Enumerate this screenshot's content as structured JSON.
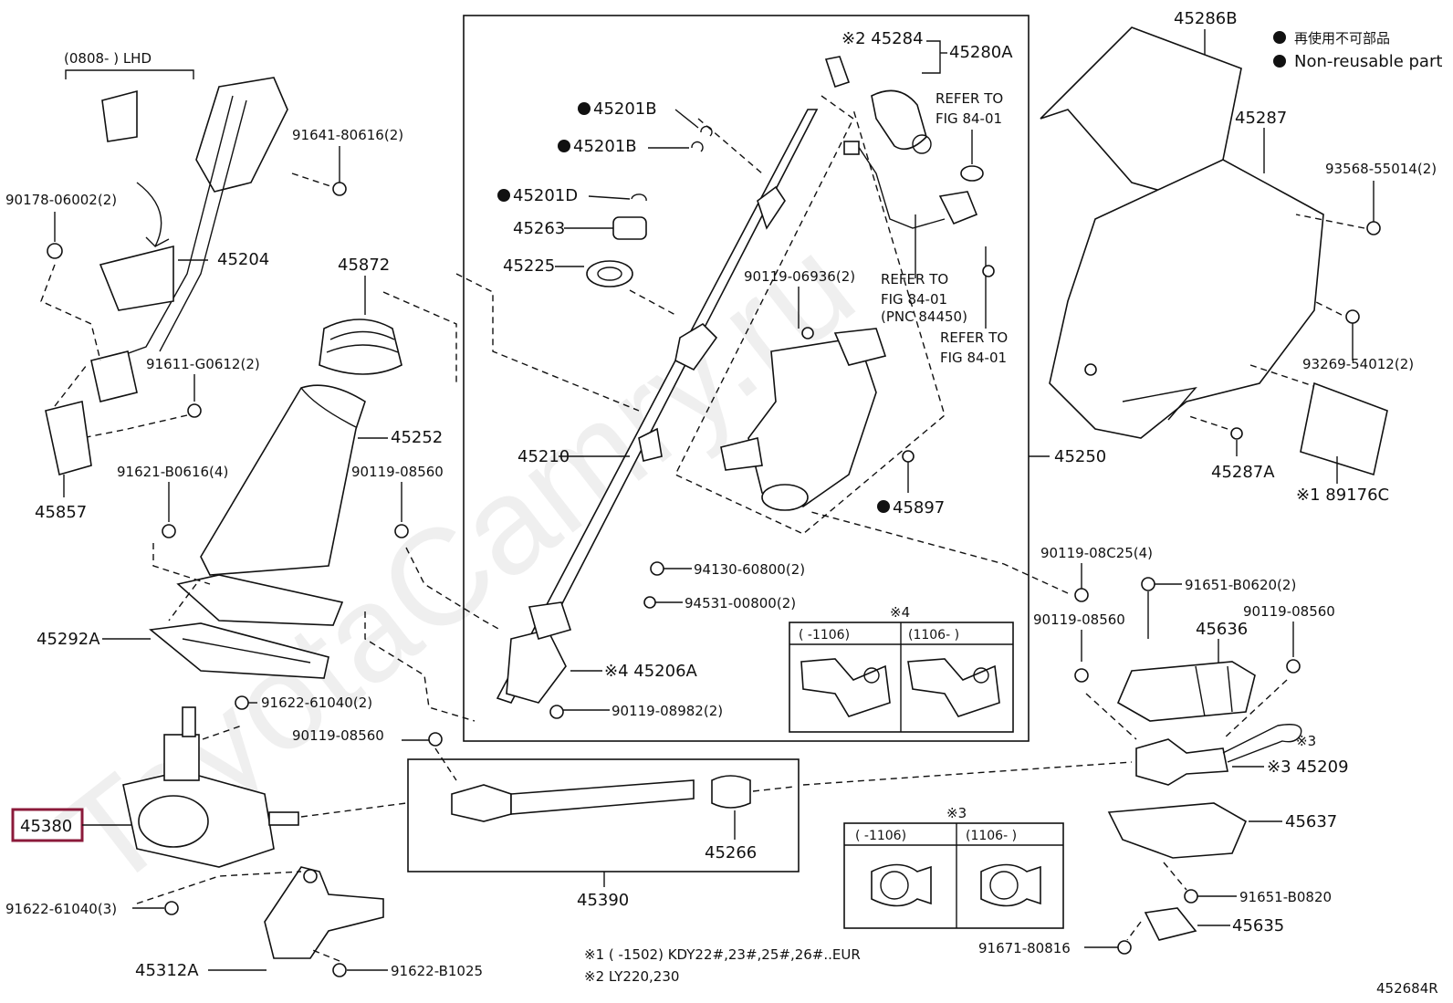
{
  "watermark": "ToyotaCamry.ru",
  "legend": {
    "bullet_text": "再使用不可部品",
    "bullet_text_en": "Non-reusable part"
  },
  "top_left": {
    "range": "(0808-      ) LHD"
  },
  "labels": {
    "p45204": "45204",
    "p45857": "45857",
    "p45872": "45872",
    "p45252": "45252",
    "p45292A": "45292A",
    "p45380": "45380",
    "p45312A": "45312A",
    "p45390": "45390",
    "p45266": "45266",
    "p45210": "45210",
    "p45250": "45250",
    "p45201B_1": "45201B",
    "p45201B_2": "45201B",
    "p45201D": "45201D",
    "p45263": "45263",
    "p45225": "45225",
    "p45206A": "※4 45206A",
    "p45280A": "45280A",
    "p45284": "※2 45284",
    "p45897": "45897",
    "p45286B": "45286B",
    "p45287": "45287",
    "p45287A": "45287A",
    "p89176C": "※1 89176C",
    "p45636": "45636",
    "p45209": "※3 45209",
    "p45637": "45637",
    "p45635": "45635",
    "b91641": "91641-80616(2)",
    "b90178": "90178-06002(2)",
    "b91611": "91611-G0612(2)",
    "b91621": "91621-B0616(4)",
    "b90119a": "90119-08560",
    "b91622a": "91622-61040(2)",
    "b90119b": "90119-08560",
    "b91622b": "91622-61040(3)",
    "b91622c": "91622-B1025",
    "b94130": "94130-60800(2)",
    "b94531": "94531-00800(2)",
    "b90119c": "90119-08982(2)",
    "b90119d": "90119-06936(2)",
    "b90119e": "90119-08C25(4)",
    "b91651a": "91651-B0620(2)",
    "b90119f": "90119-08560",
    "b90119g": "90119-08560",
    "b91651b": "91651-B0820",
    "b91671": "91671-80816",
    "b93568": "93568-55014(2)",
    "b93269": "93269-54012(2)",
    "refer1a": "REFER TO",
    "refer1b": "FIG 84-01",
    "refer2a": "REFER TO",
    "refer2b": "FIG 84-01",
    "refer2c": "(PNC 84450)",
    "refer3a": "REFER TO",
    "refer3b": "FIG 84-01",
    "note3": "※3",
    "note3b": "※3",
    "note4": "※4"
  },
  "inset4": {
    "mark": "※4",
    "col1": "(      -1106)",
    "col2": "(1106-      )"
  },
  "inset3": {
    "mark": "※3",
    "col1": "(      -1106)",
    "col2": "(1106-      )"
  },
  "footnotes": {
    "n1": "※1 (      -1502) KDY22#,23#,25#,26#..EUR",
    "n2": "※2  LY220,230"
  },
  "code": "452684R",
  "colors": {
    "highlight_box": "#8b1a3a"
  }
}
